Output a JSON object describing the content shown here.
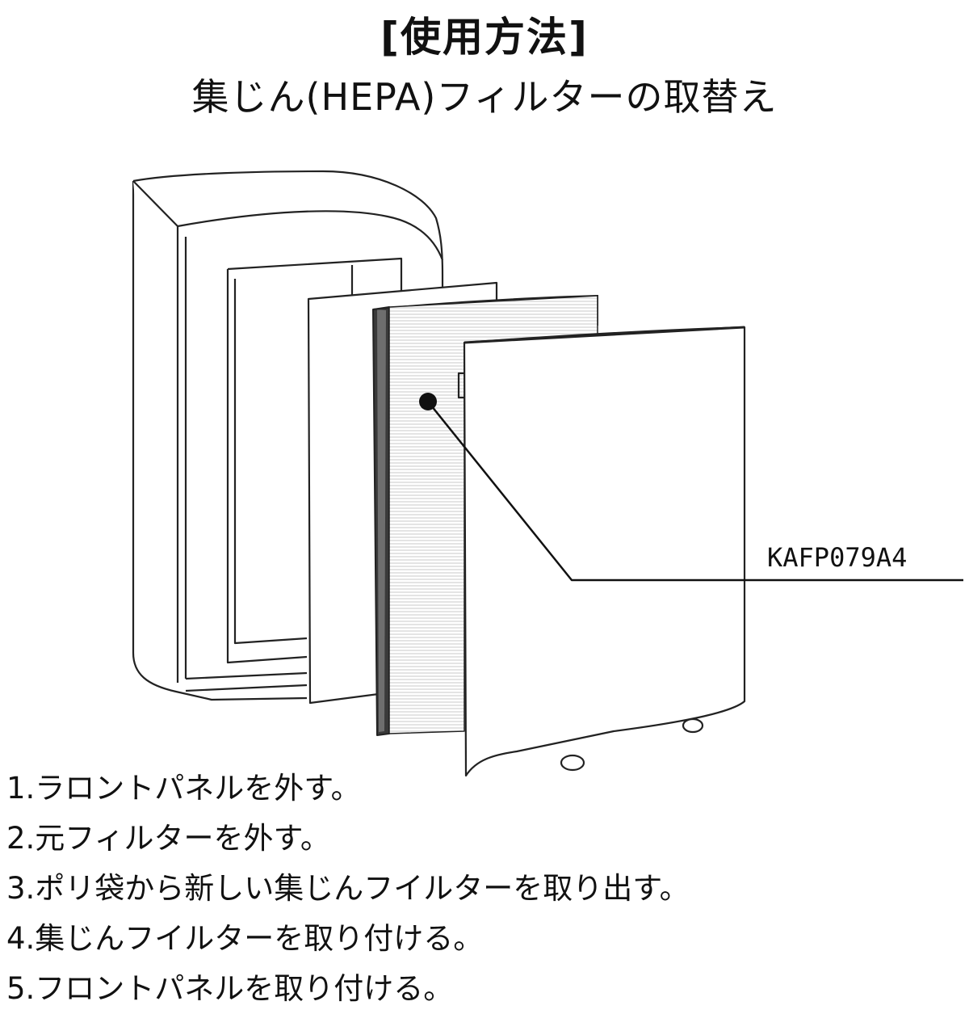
{
  "header": {
    "title": "[使用方法]",
    "subtitle": "集じん(HEPA)フィルターの取替え"
  },
  "diagram": {
    "callout_label": "KAFP079A4"
  },
  "steps": [
    "1.ラロントパネルを外す。",
    "2.元フィルターを外す。",
    "3.ポリ袋から新しい集じんフイルターを取り出す。",
    "4.集じんフイルターを取り付ける。",
    "5.フロントパネルを取り付ける。"
  ]
}
